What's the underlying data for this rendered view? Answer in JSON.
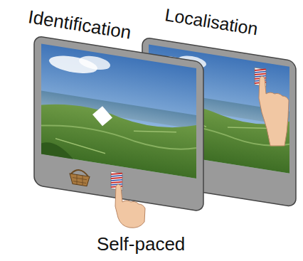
{
  "diagram": {
    "labels": [
      "Identification",
      "Localisation",
      "Self-paced"
    ]
  }
}
